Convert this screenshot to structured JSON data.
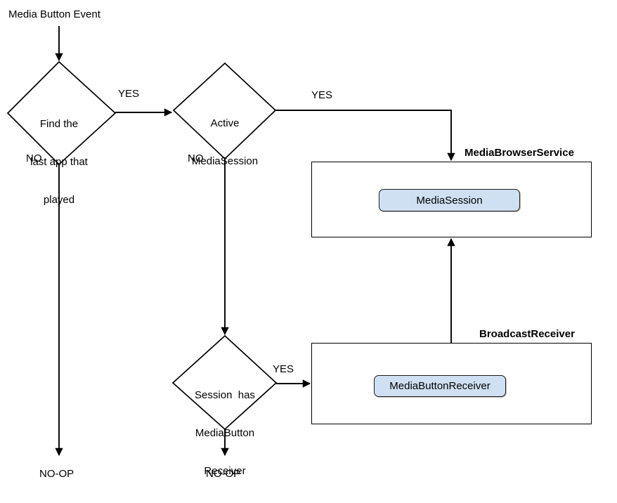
{
  "title": "Media Button Event",
  "colors": {
    "stroke": "#000000",
    "pill_fill": "#cfe0f2",
    "pill_stroke": "#1c1c1c",
    "background": "#ffffff"
  },
  "decisions": [
    {
      "id": "find-last-app",
      "lines": [
        "Find the",
        "last app that",
        "played"
      ],
      "yes_label": "YES",
      "no_label": "NO"
    },
    {
      "id": "active-mediasession",
      "lines": [
        "Active",
        "MediaSession"
      ],
      "yes_label": "YES",
      "no_label": "NO"
    },
    {
      "id": "session-has-mediabutton-receiver",
      "lines": [
        "Session  has",
        "MediaButton",
        "Receiver"
      ],
      "yes_label": "YES"
    }
  ],
  "containers": [
    {
      "id": "media-browser-service",
      "label": "MediaBrowserService",
      "child": "MediaSession"
    },
    {
      "id": "broadcast-receiver",
      "label": "BroadcastReceiver",
      "child": "MediaButtonReceiver"
    }
  ],
  "terminals": [
    {
      "id": "no-op-left",
      "label": "NO-OP"
    },
    {
      "id": "no-op-middle",
      "label": "NO-OP"
    }
  ]
}
